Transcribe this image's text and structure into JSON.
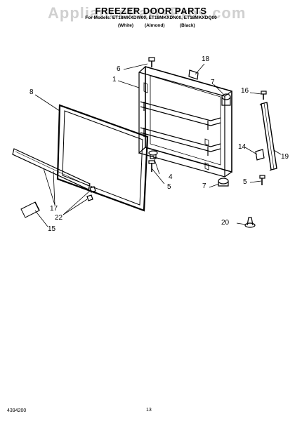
{
  "header": {
    "watermark": "AppliancePartsPros.com",
    "title": "FREEZER DOOR PARTS",
    "models": "For Models: ET18MKXDW00, ET18MKXDN00, ET18MKXDQ00",
    "colors": [
      "(White)",
      "(Almond)",
      "(Black)"
    ]
  },
  "callouts": {
    "c1": "1",
    "c4": "4",
    "c5a": "5",
    "c5b": "5",
    "c6": "6",
    "c7a": "7",
    "c7b": "7",
    "c8": "8",
    "c14": "14",
    "c15": "15",
    "c16": "16",
    "c17": "17",
    "c18": "18",
    "c19": "19",
    "c20": "20",
    "c22": "22"
  },
  "footer": {
    "doc_number": "4394200",
    "page": "13"
  }
}
